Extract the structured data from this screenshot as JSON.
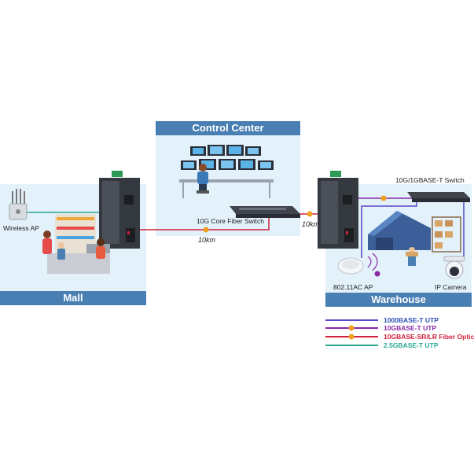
{
  "panels": {
    "control_center": "Control Center",
    "mall": "Mall",
    "warehouse": "Warehouse"
  },
  "devices": {
    "wireless_ap": "Wireless AP",
    "core_switch": "10G Core Fiber Switch",
    "access_switch": "10G/1GBASE-T Switch",
    "ac_ap": "802.11AC AP",
    "ip_camera": "IP Camera"
  },
  "distances": {
    "left_link": "10km",
    "right_link": "10km"
  },
  "legend": [
    {
      "label": "1000BASE-T UTP",
      "color": "#5a48c8",
      "badge": false
    },
    {
      "label": "10GBASE-T UTP",
      "color": "#8a2aa8",
      "badge": true
    },
    {
      "label": "10GBASE-SR/LR Fiber Optic",
      "color": "#d0213a",
      "badge": true
    },
    {
      "label": "2.5GBASE-T UTP",
      "color": "#2aa88f",
      "badge": false
    }
  ]
}
